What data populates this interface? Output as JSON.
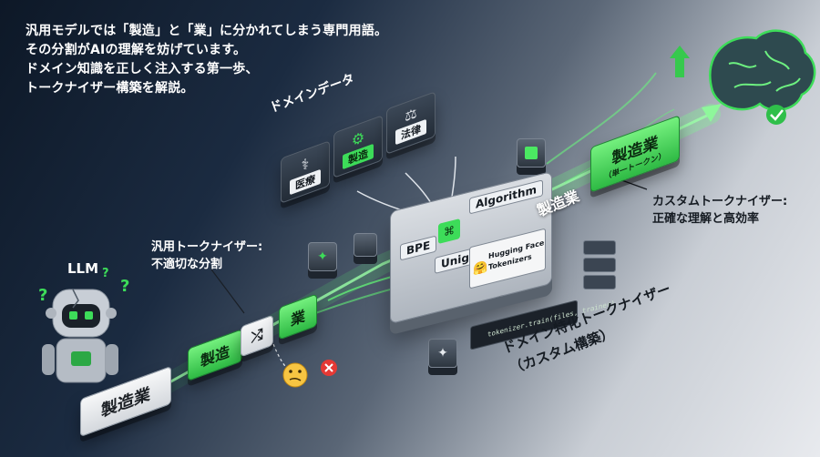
{
  "intro": [
    "汎用モデルでは「製造」と「業」に分かれてしまう専門用語。",
    "その分割がAIの理解を妨げています。",
    "ドメイン知識を正しく注入する第一歩、",
    "トークナイザー構築を解説。"
  ],
  "llm_label": "LLM",
  "input_tile": "製造業",
  "generic_tokenizer": {
    "label": [
      "汎用トークナイザー:",
      "不適切な分割"
    ],
    "token_a": "製造",
    "token_b": "業"
  },
  "domain_data": {
    "title": "ドメインデータ",
    "cards": [
      "医療",
      "製造",
      "法律"
    ]
  },
  "engine": {
    "algorithm": "Algorithm",
    "bpe": "BPE",
    "unigram": "Unigram",
    "hf": [
      "Hugging Face",
      "Tokenizers"
    ]
  },
  "code": "tokenizer.train(files, trainer)",
  "domain_tokenizer": [
    "ドメイン特化トークナイザー",
    "（カスタム構築）"
  ],
  "flow_token": "製造業",
  "result_token": {
    "main": "製造業",
    "sub": "（単一トークン）"
  },
  "custom_tokenizer": [
    "カスタムトークナイザー:",
    "正確な理解と高効率"
  ],
  "colors": {
    "accent": "#3ddc59",
    "error": "#e53935",
    "ink": "#151b22"
  }
}
